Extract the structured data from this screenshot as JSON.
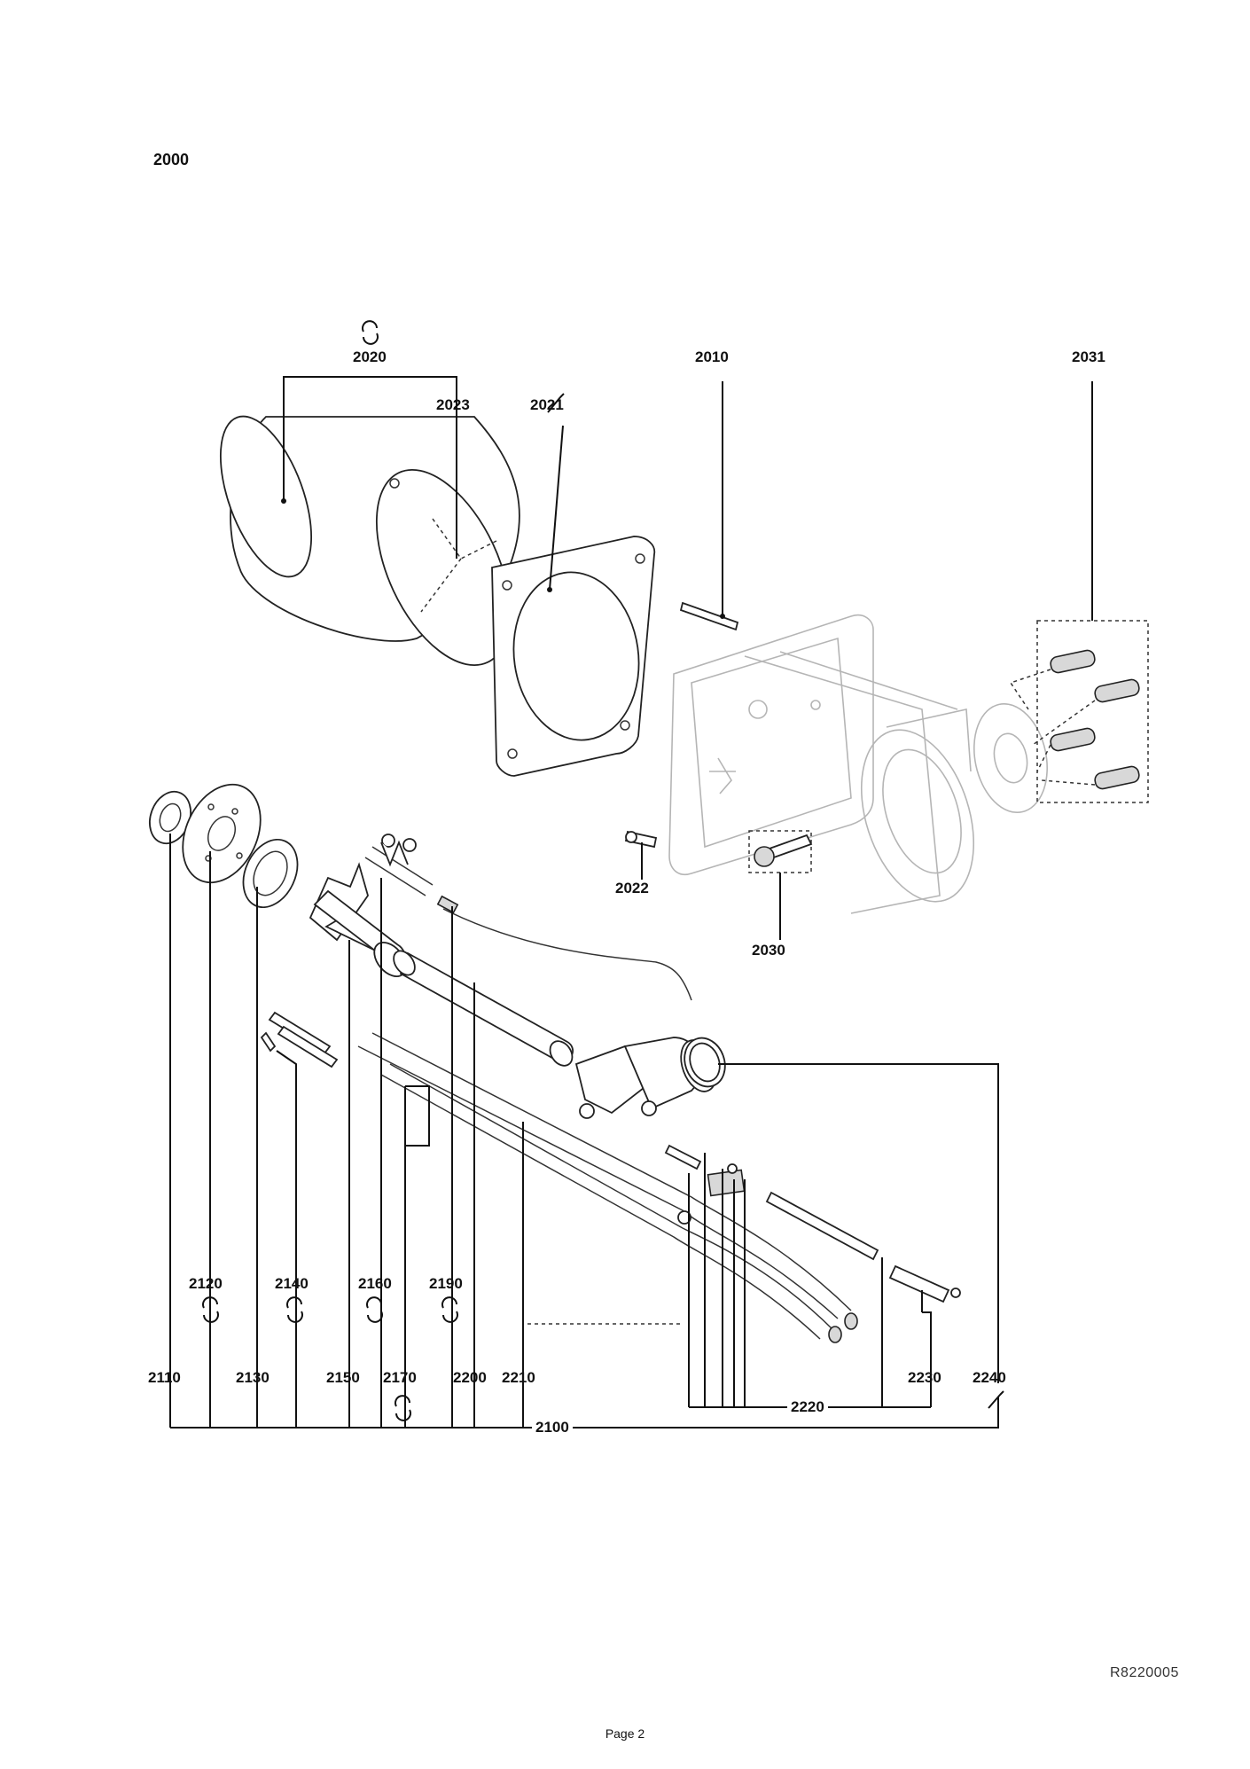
{
  "section_number": "2000",
  "document_ref": "R8220005",
  "page_label": "Page 2",
  "part_labels": {
    "p2020": "2020",
    "p2023": "2023",
    "p2021": "2021",
    "p2010": "2010",
    "p2031": "2031",
    "p2022": "2022",
    "p2030": "2030",
    "p2120": "2120",
    "p2140": "2140",
    "p2160": "2160",
    "p2190": "2190",
    "p2110": "2110",
    "p2130": "2130",
    "p2150": "2150",
    "p2170": "2170",
    "p2200": "2200",
    "p2210": "2210",
    "p2230": "2230",
    "p2240": "2240",
    "p2220": "2220",
    "p2100": "2100"
  },
  "symbols": {
    "cycle": "wear-part-cycle-icon",
    "wrench": "tool-wrench-icon"
  }
}
